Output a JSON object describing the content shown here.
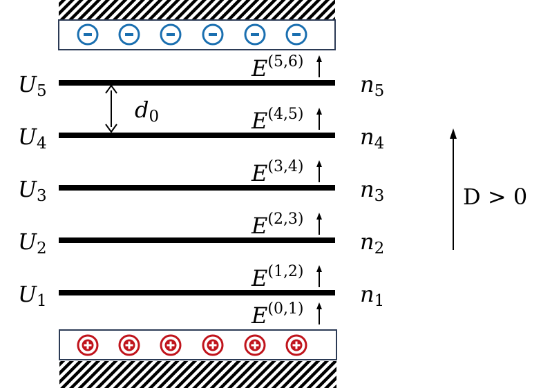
{
  "layers": [
    {
      "u_base": "U",
      "u_sub": "5",
      "n_base": "n",
      "n_sub": "5"
    },
    {
      "u_base": "U",
      "u_sub": "4",
      "n_base": "n",
      "n_sub": "4"
    },
    {
      "u_base": "U",
      "u_sub": "3",
      "n_base": "n",
      "n_sub": "3"
    },
    {
      "u_base": "U",
      "u_sub": "2",
      "n_base": "n",
      "n_sub": "2"
    },
    {
      "u_base": "U",
      "u_sub": "1",
      "n_base": "n",
      "n_sub": "1"
    }
  ],
  "fields": [
    {
      "base": "E",
      "sup": "(5,6)"
    },
    {
      "base": "E",
      "sup": "(4,5)"
    },
    {
      "base": "E",
      "sup": "(3,4)"
    },
    {
      "base": "E",
      "sup": "(2,3)"
    },
    {
      "base": "E",
      "sup": "(1,2)"
    },
    {
      "base": "E",
      "sup": "(0,1)"
    }
  ],
  "spacing": {
    "base": "d",
    "sub": "0"
  },
  "displacement": {
    "label": "D > 0"
  },
  "top_electrode": {
    "charge": "negative",
    "count": 6,
    "color": "#1a6fb0"
  },
  "bottom_electrode": {
    "charge": "positive",
    "count": 6,
    "color": "#c0141c"
  }
}
